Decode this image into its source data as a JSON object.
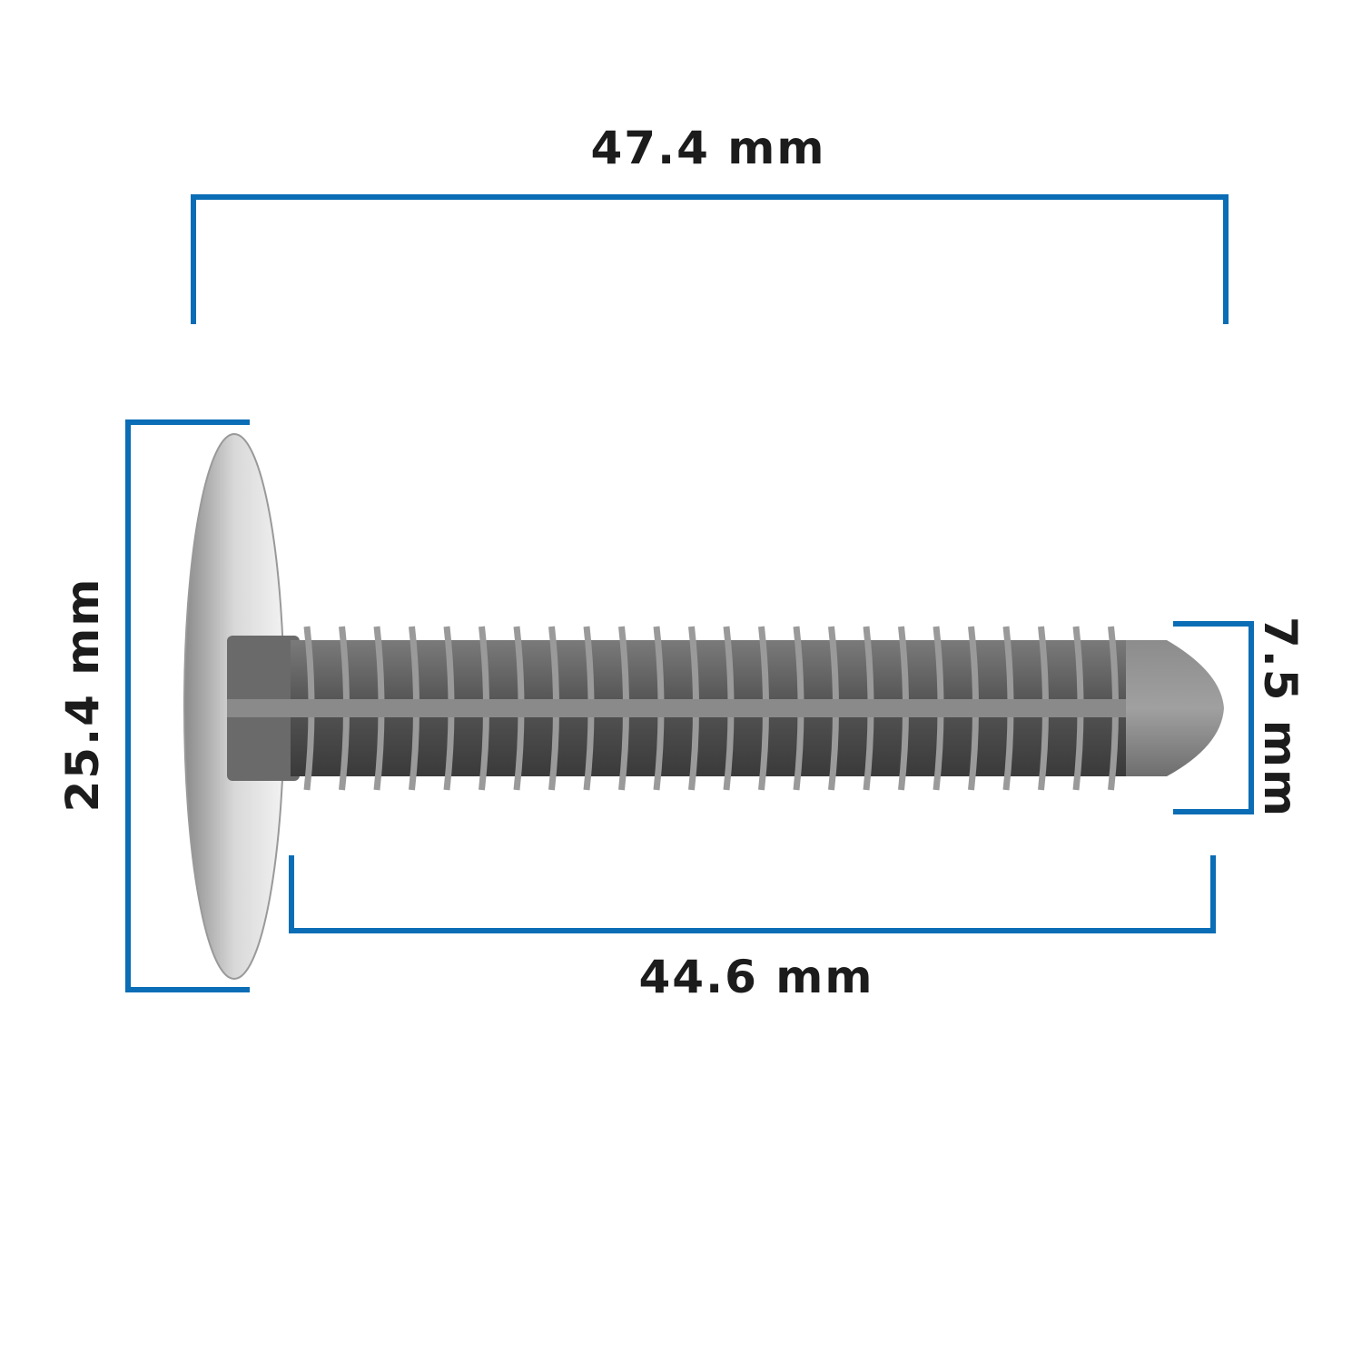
{
  "dimensions": {
    "overall_length": "47.4 mm",
    "head_diameter": "25.4 mm",
    "shaft_length": "44.6 mm",
    "shaft_diameter": "7.5 mm"
  },
  "colors": {
    "bracket": "#0a6db5",
    "text": "#1c1c1c",
    "shaft": "#5a5a5a",
    "head": "#d4d4d4"
  }
}
